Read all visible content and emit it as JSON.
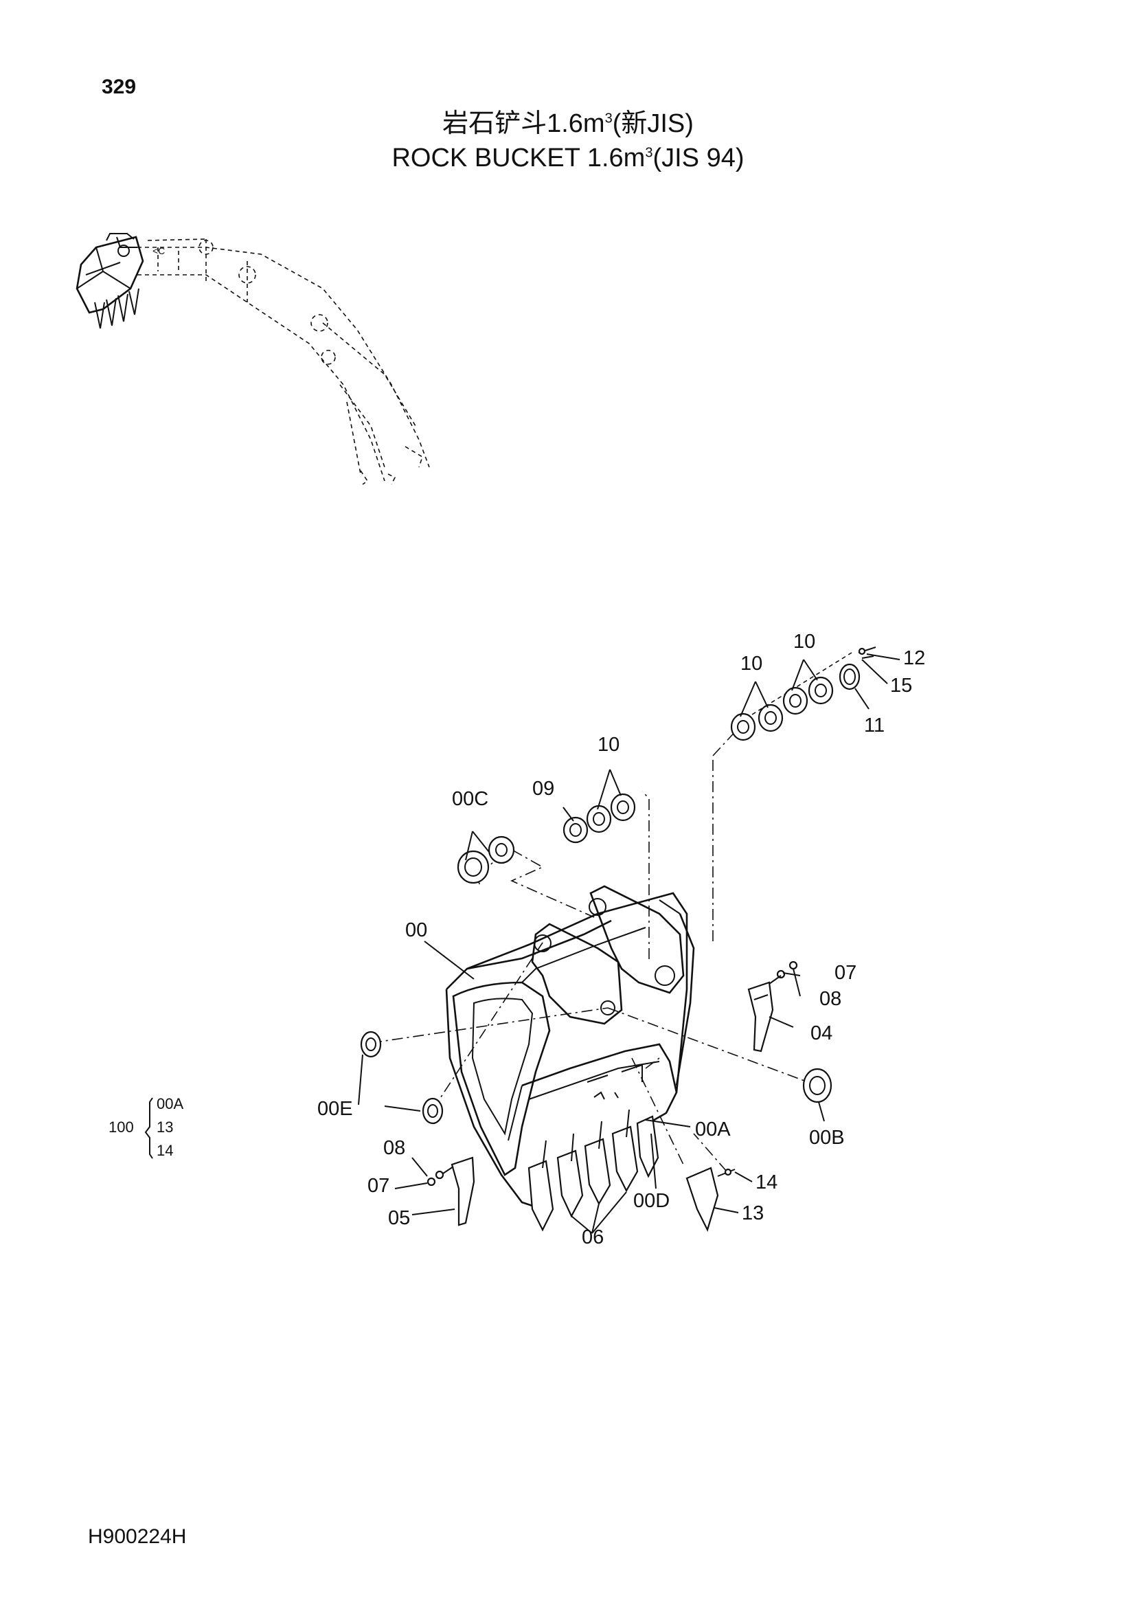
{
  "page_number": "329",
  "title": {
    "cn_main": "岩石铲斗1.6m",
    "cn_sup": "3",
    "cn_tail": "(新JIS)",
    "en_main": "ROCK  BUCKET  1.6m",
    "en_sup": "3",
    "en_tail": "(JIS 94)"
  },
  "document_id": "H900224H",
  "callouts": {
    "c00": "00",
    "c00A": "00A",
    "c00B": "00B",
    "c00C": "00C",
    "c00D": "00D",
    "c00E": "00E",
    "c04": "04",
    "c05": "05",
    "c06": "06",
    "c07_right": "07",
    "c07_left": "07",
    "c08_right": "08",
    "c08_left": "08",
    "c09": "09",
    "c10_center": "10",
    "c10_mid": "10",
    "c10_top": "10",
    "c11": "11",
    "c12": "12",
    "c13": "13",
    "c14": "14",
    "c15": "15"
  },
  "kit": {
    "number": "100",
    "items": [
      "00A",
      "13",
      "14"
    ]
  }
}
